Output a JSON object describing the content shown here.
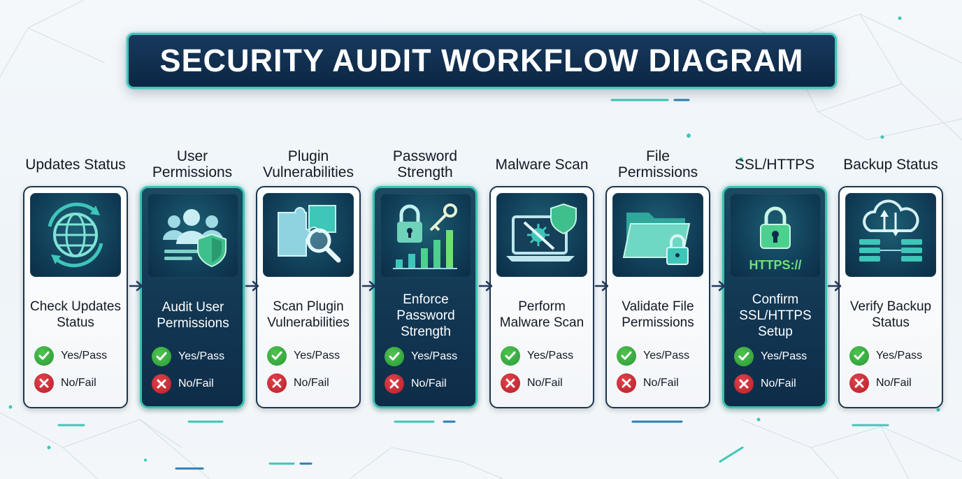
{
  "title": "SECURITY AUDIT WORKFLOW DIAGRAM",
  "steps": [
    {
      "heading": "Updates Status",
      "icon": "globe-sync-icon",
      "action": "Check Updates Status",
      "pass_label": "Yes/Pass",
      "fail_label": "No/Fail",
      "style": "light"
    },
    {
      "heading": "User Permissions",
      "icon": "users-shield-icon",
      "action": "Audit User Permissions",
      "pass_label": "Yes/Pass",
      "fail_label": "No/Fail",
      "style": "dark"
    },
    {
      "heading": "Plugin Vulnerabilities",
      "icon": "puzzle-magnifier-icon",
      "action": "Scan Plugin Vulnerabilities",
      "pass_label": "Yes/Pass",
      "fail_label": "No/Fail",
      "style": "light"
    },
    {
      "heading": "Password Strength",
      "icon": "lock-key-bars-icon",
      "action": "Enforce Password Strength",
      "pass_label": "Yes/Pass",
      "fail_label": "No/Fail",
      "style": "dark"
    },
    {
      "heading": "Malware Scan",
      "icon": "laptop-virus-shield-icon",
      "action": "Perform Malware Scan",
      "pass_label": "Yes/Pass",
      "fail_label": "No/Fail",
      "style": "light"
    },
    {
      "heading": "File Permissions",
      "icon": "folder-lock-icon",
      "action": "Validate File Permissions",
      "pass_label": "Yes/Pass",
      "fail_label": "No/Fail",
      "style": "light"
    },
    {
      "heading": "SSL/HTTPS",
      "icon": "https-lock-icon",
      "icon_text": "HTTPS://",
      "action": "Confirm SSL/HTTPS Setup",
      "pass_label": "Yes/Pass",
      "fail_label": "No/Fail",
      "style": "dark"
    },
    {
      "heading": "Backup Status",
      "icon": "cloud-server-backup-icon",
      "action": "Verify Backup Status",
      "pass_label": "Yes/Pass",
      "fail_label": "No/Fail",
      "style": "light"
    }
  ],
  "colors": {
    "banner": "#0c2644",
    "accent_teal": "#3ec6b8",
    "card_dark": "#133a56",
    "pass_green": "#2a9b38",
    "fail_red": "#b5202a",
    "text_dark": "#111a24"
  }
}
